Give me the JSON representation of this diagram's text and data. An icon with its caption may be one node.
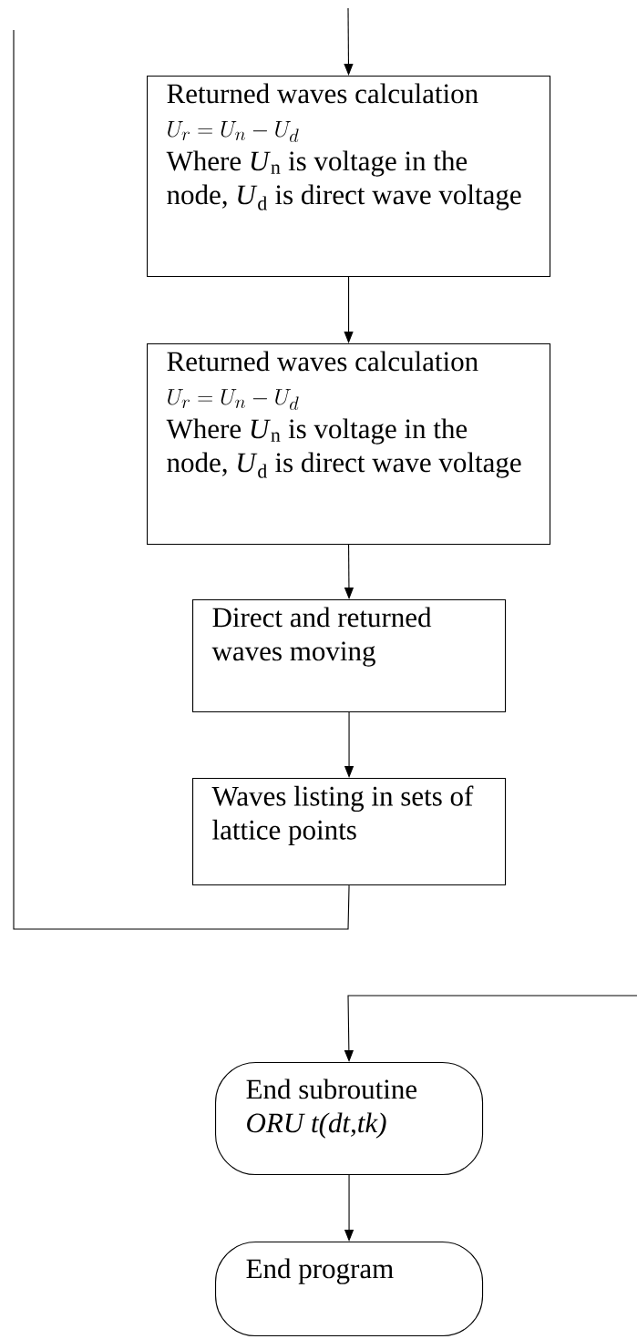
{
  "diagram": {
    "nodes": [
      {
        "text": [
          "Returned waves calculation",
          "U_r = U_n - U_d",
          "Where *U*$_{n}$ is voltage in the node, *U*$_{d}$ is direct wave voltage"
        ]
      },
      {
        "text": [
          "Returned waves calculation",
          "U_r = U_n - U_d",
          "Where *U*$_{n}$ is voltage in the node, *U*$_{d}$ is direct wave voltage"
        ]
      },
      {
        "text": [
          "Direct and returned waves moving"
        ]
      },
      {
        "text": [
          "Waves listing in sets of lattice points"
        ]
      },
      {
        "text": [
          "End subroutine",
          "ORU  t(dt,tk)"
        ]
      },
      {
        "text": [
          "End program"
        ]
      }
    ],
    "edges": [
      {
        "from": null,
        "to": 0,
        "arrow": "to"
      },
      {
        "from": 0,
        "to": 1,
        "arrow": "to"
      },
      {
        "from": 1,
        "to": 2,
        "arrow": "to"
      },
      {
        "from": 2,
        "to": 3,
        "arrow": "to"
      },
      {
        "from": 3,
        "to": null,
        "arrow": "none"
      },
      {
        "from": null,
        "to": 4,
        "arrow": "to"
      },
      {
        "from": 4,
        "to": 5,
        "arrow": "to"
      }
    ]
  }
}
